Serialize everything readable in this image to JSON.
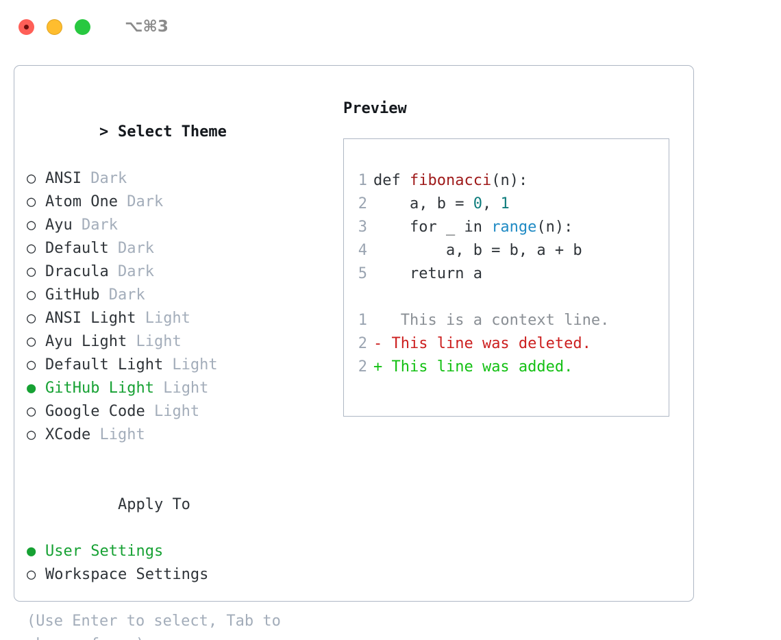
{
  "titlebar": {
    "shortcut": "⌥⌘3",
    "lights": [
      {
        "name": "close",
        "color": "#ff5f57"
      },
      {
        "name": "minimize",
        "color": "#ffbd2e"
      },
      {
        "name": "zoom",
        "color": "#28c840"
      }
    ]
  },
  "theme_section": {
    "marker": ">",
    "title": "Select Theme",
    "bullet_off": "○",
    "bullet_on": "●",
    "items": [
      {
        "label": "ANSI",
        "tag": "Dark",
        "selected": false
      },
      {
        "label": "Atom One",
        "tag": "Dark",
        "selected": false
      },
      {
        "label": "Ayu",
        "tag": "Dark",
        "selected": false
      },
      {
        "label": "Default",
        "tag": "Dark",
        "selected": false
      },
      {
        "label": "Dracula",
        "tag": "Dark",
        "selected": false
      },
      {
        "label": "GitHub",
        "tag": "Dark",
        "selected": false
      },
      {
        "label": "ANSI Light",
        "tag": "Light",
        "selected": false
      },
      {
        "label": "Ayu Light",
        "tag": "Light",
        "selected": false
      },
      {
        "label": "Default Light",
        "tag": "Light",
        "selected": false
      },
      {
        "label": "GitHub Light",
        "tag": "Light",
        "selected": true
      },
      {
        "label": "Google Code",
        "tag": "Light",
        "selected": false
      },
      {
        "label": "XCode",
        "tag": "Light",
        "selected": false
      }
    ]
  },
  "apply_section": {
    "title": "Apply To",
    "items": [
      {
        "label": "User Settings",
        "selected": true
      },
      {
        "label": "Workspace Settings",
        "selected": false
      }
    ]
  },
  "hint": "(Use Enter to select, Tab to change focus)",
  "preview": {
    "title": "Preview",
    "code_lines": [
      {
        "no": "1",
        "segments": [
          {
            "text": "def ",
            "kind": "plain"
          },
          {
            "text": "fibonacci",
            "kind": "fn"
          },
          {
            "text": "(n):",
            "kind": "plain"
          }
        ]
      },
      {
        "no": "2",
        "segments": [
          {
            "text": "    a, b = ",
            "kind": "plain"
          },
          {
            "text": "0",
            "kind": "num"
          },
          {
            "text": ", ",
            "kind": "plain"
          },
          {
            "text": "1",
            "kind": "num"
          }
        ]
      },
      {
        "no": "3",
        "segments": [
          {
            "text": "    for _ in ",
            "kind": "plain"
          },
          {
            "text": "range",
            "kind": "call"
          },
          {
            "text": "(n):",
            "kind": "plain"
          }
        ]
      },
      {
        "no": "4",
        "segments": [
          {
            "text": "        a, b = b, a + b",
            "kind": "plain"
          }
        ]
      },
      {
        "no": "5",
        "segments": [
          {
            "text": "    return a",
            "kind": "plain"
          }
        ]
      }
    ],
    "diff_lines": [
      {
        "no": "1",
        "sign": " ",
        "text": "  This is a context line.",
        "kind": "context"
      },
      {
        "no": "2",
        "sign": "-",
        "text": " This line was deleted.",
        "kind": "deleted"
      },
      {
        "no": "2",
        "sign": "+",
        "text": " This line was added.",
        "kind": "added"
      }
    ]
  },
  "colors": {
    "accent_green": "#16a133",
    "tag_gray": "#a3adba",
    "border": "#aeb7c4",
    "syntax_function": "#9e1919",
    "syntax_number": "#0f7d7d",
    "syntax_call": "#1f8ac4",
    "diff_deleted": "#cc1f1f",
    "diff_added": "#13c013",
    "diff_context": "#8a8f95"
  }
}
